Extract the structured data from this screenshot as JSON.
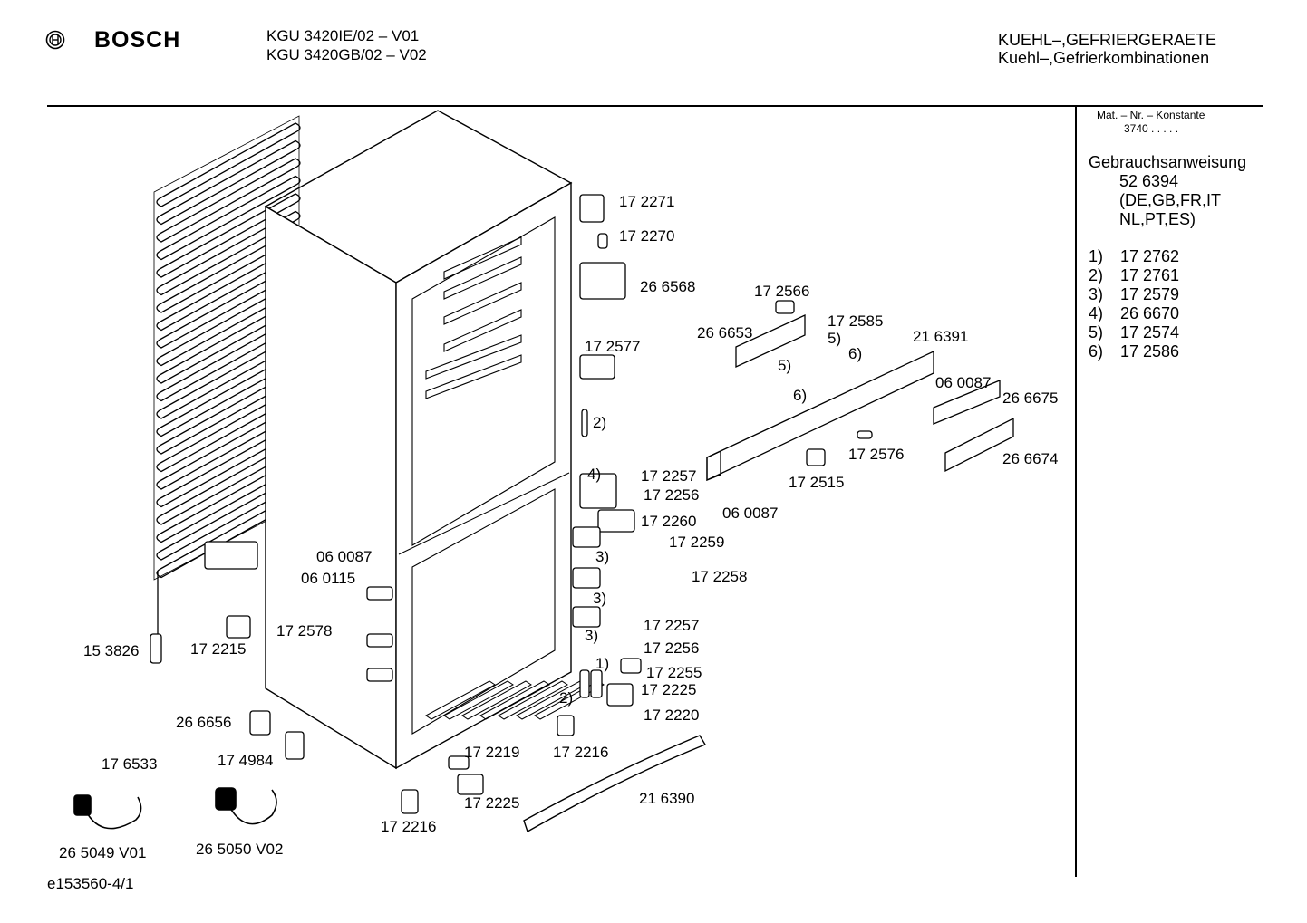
{
  "header": {
    "brand": "BOSCH",
    "models": [
      "KGU 3420IE/02 – V01",
      "KGU 3420GB/02 – V02"
    ],
    "category": [
      "KUEHL–,GEFRIERGERAETE",
      "Kuehl–,Gefrierkombinationen"
    ]
  },
  "side_panel": {
    "mat_label": "Mat. – Nr. – Konstante",
    "mat_value": "3740 . . . . .",
    "manual_title": "Gebrauchsanweisung",
    "manual_number": "52 6394",
    "manual_languages": [
      "(DE,GB,FR,IT",
      " NL,PT,ES)"
    ],
    "notes": [
      {
        "key": "1)",
        "value": "17 2762"
      },
      {
        "key": "2)",
        "value": "17 2761"
      },
      {
        "key": "3)",
        "value": "17 2579"
      },
      {
        "key": "4)",
        "value": "26 6670"
      },
      {
        "key": "5)",
        "value": "17 2574"
      },
      {
        "key": "6)",
        "value": "17 2586"
      }
    ]
  },
  "part_labels": [
    "17 2271",
    "17 2270",
    "26 6568",
    "17 2566",
    "17 2585",
    "26 6653",
    "21 6391",
    "17 2577",
    "06 0087",
    "26 6675",
    "17 2576",
    "26 6674",
    "17 2515",
    "06 0087",
    "17 2257",
    "17 2256",
    "17 2260",
    "17 2259",
    "17 2258",
    "06 0087",
    "06 0115",
    "17 2578",
    "17 2257",
    "17 2256",
    "17 2255",
    "17 2225",
    "17 2220",
    "15 3826",
    "17 2215",
    "26 6656",
    "17 4984",
    "17 6533",
    "17 2219",
    "17 2216",
    "17 2225",
    "17 2216",
    "21 6390",
    "26 5049 V01",
    "26 5050 V02"
  ],
  "callouts": [
    "5)",
    "6)",
    "5)",
    "6)",
    "2)",
    "4)",
    "3)",
    "3)",
    "3)",
    "1)",
    "2)"
  ],
  "footer": {
    "drawing_id": "e153560-4/1"
  }
}
